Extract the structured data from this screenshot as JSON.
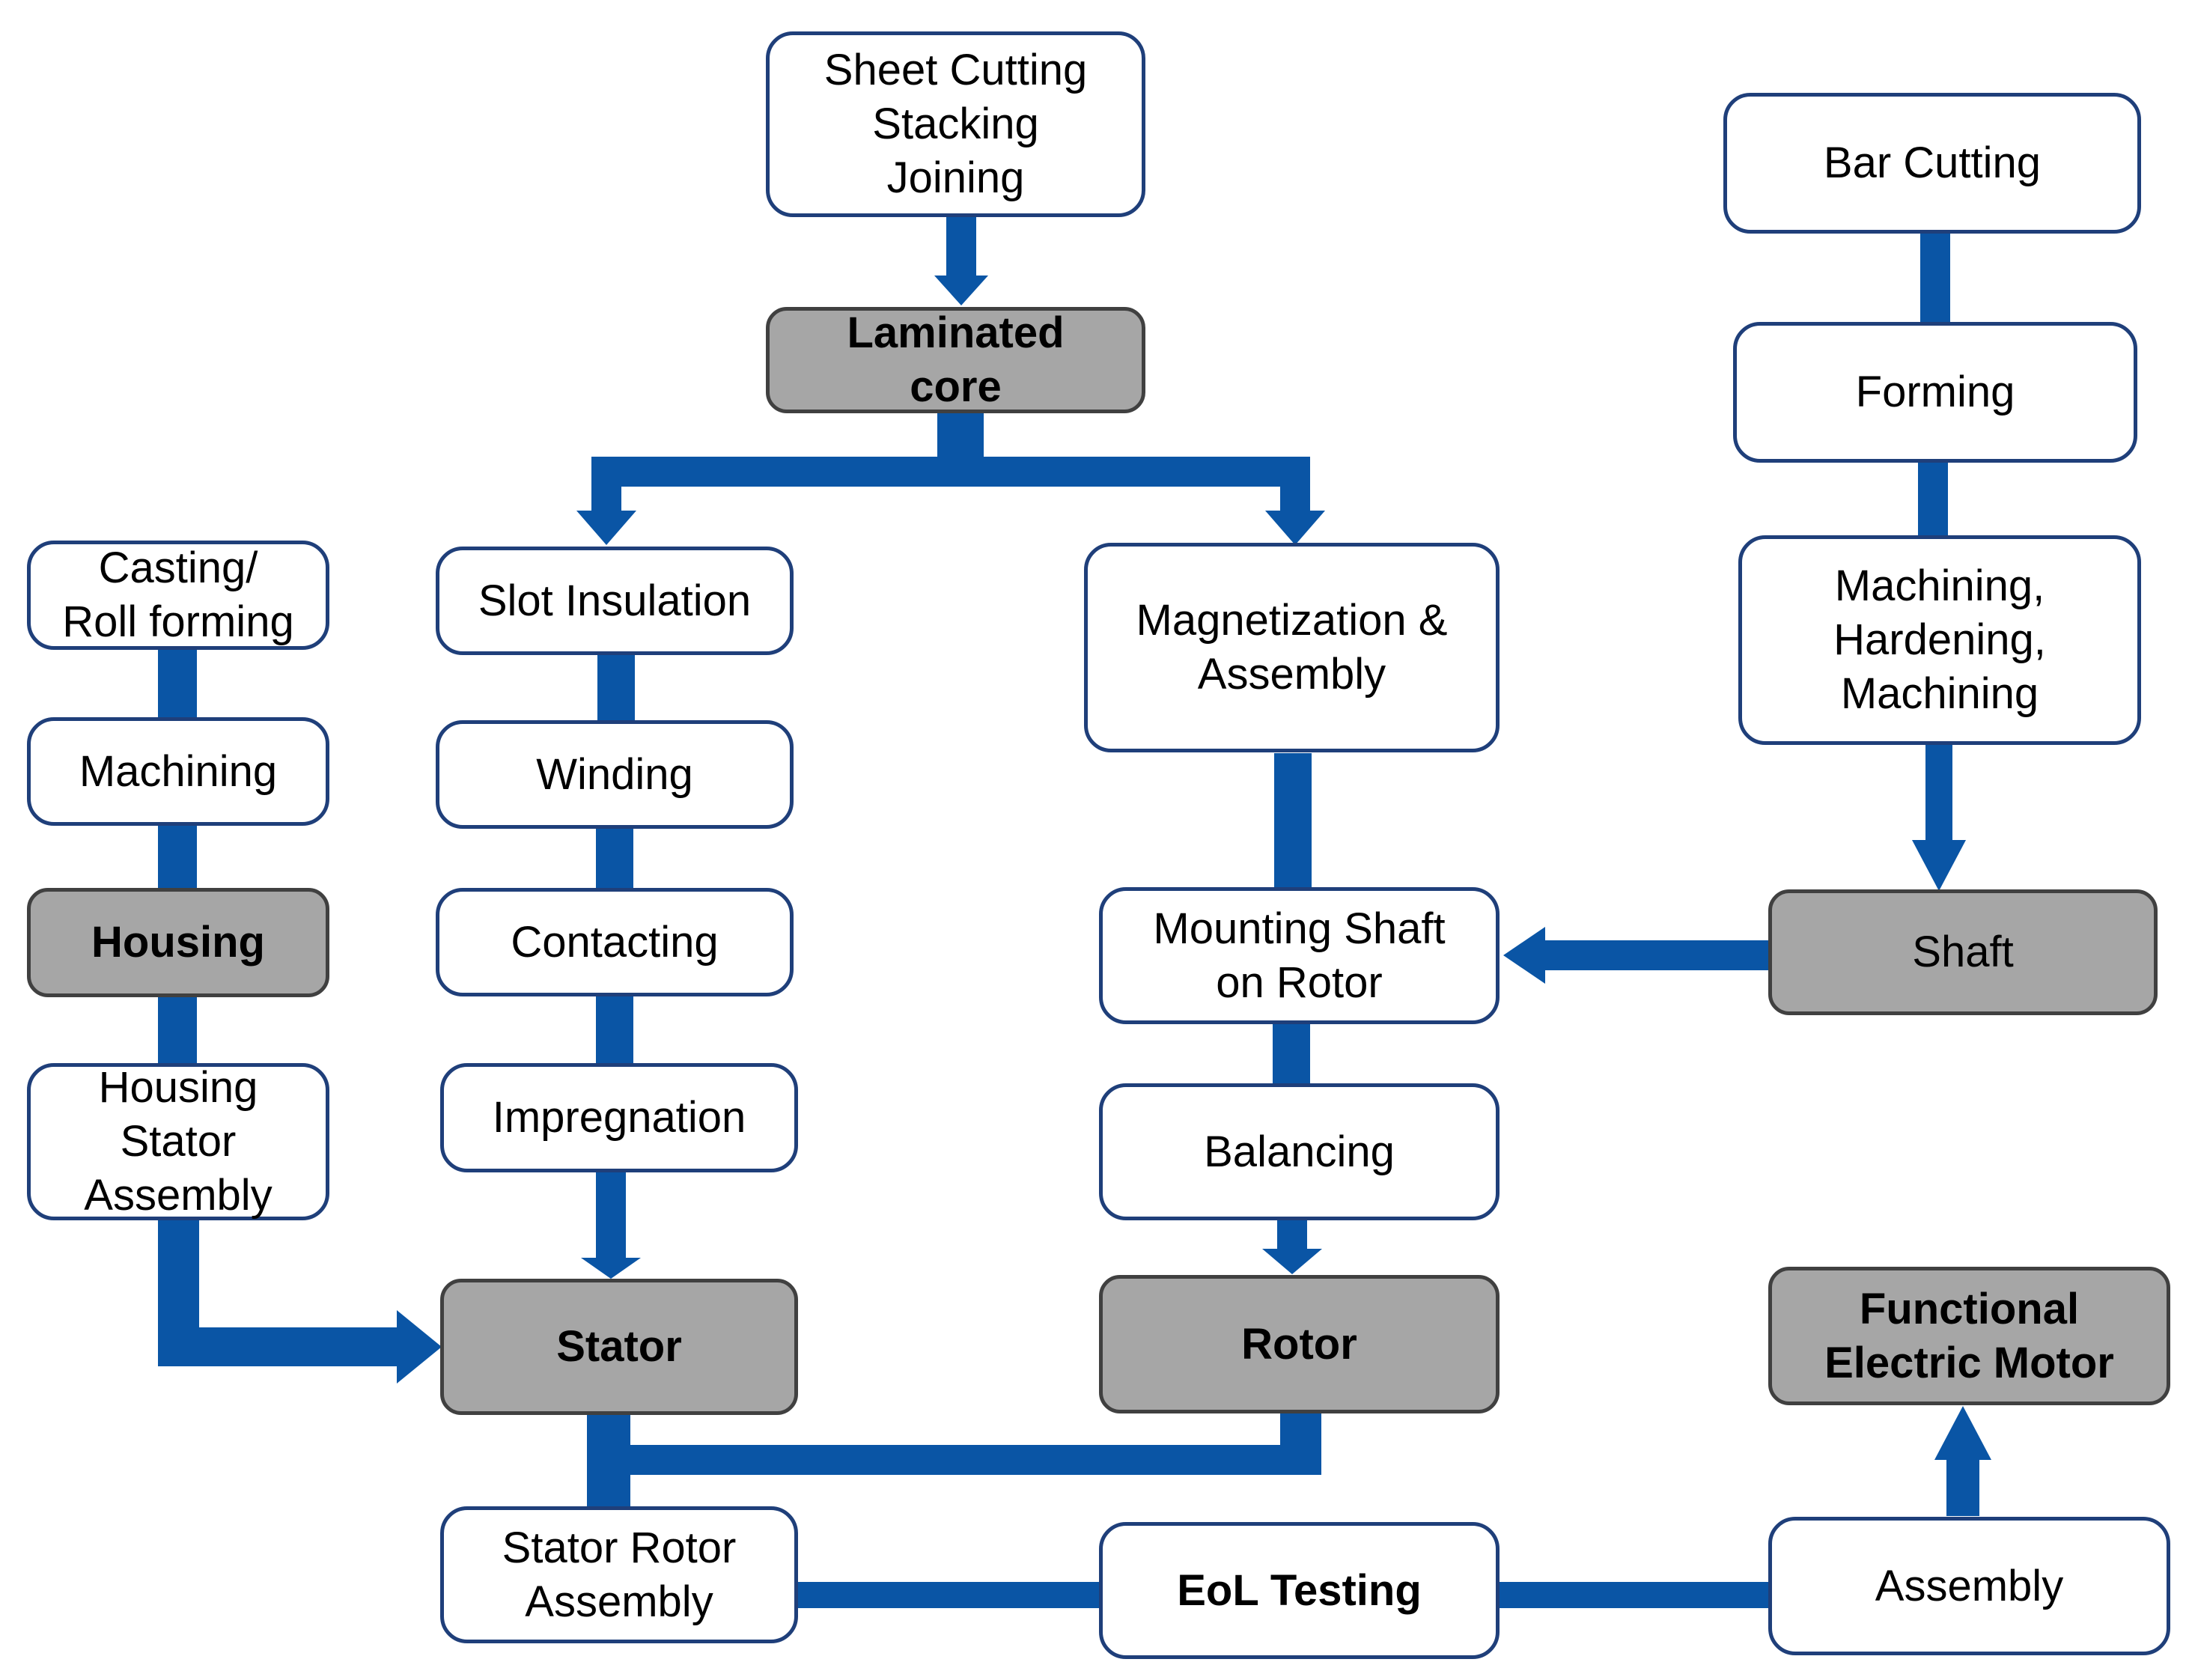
{
  "colors": {
    "flow": "#0a55a5",
    "box_border": "#1f3f7a",
    "key_fill": "#a6a6a6",
    "key_border": "#404040"
  },
  "nodes": {
    "sheet_cutting": "Sheet Cutting\nStacking\nJoining",
    "laminated_core": "Laminated\ncore",
    "bar_cutting": "Bar Cutting",
    "forming": "Forming",
    "machining_hardening": "Machining,\nHardening,\nMachining",
    "shaft": "Shaft",
    "casting": "Casting/\nRoll forming",
    "machining": "Machining",
    "housing": "Housing",
    "housing_stator_assembly": "Housing\nStator\nAssembly",
    "slot_insulation": "Slot Insulation",
    "winding": "Winding",
    "contacting": "Contacting",
    "impregnation": "Impregnation",
    "stator": "Stator",
    "magnetization": "Magnetization &\nAssembly",
    "mounting_shaft": "Mounting Shaft\non Rotor",
    "balancing": "Balancing",
    "rotor": "Rotor",
    "stator_rotor_assembly": "Stator Rotor\nAssembly",
    "eol_testing": "EoL Testing",
    "assembly": "Assembly",
    "functional_motor": "Functional\nElectric Motor"
  }
}
